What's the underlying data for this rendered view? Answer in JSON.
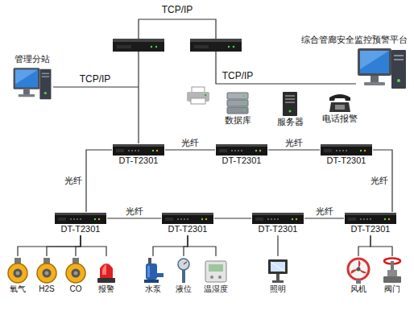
{
  "diagram": {
    "nodes": [
      {
        "text": [
          "管理分站"
        ]
      },
      {
        "text": [
          "综合管廊安全监控预警平台"
        ]
      },
      {
        "text": [
          "数据库"
        ]
      },
      {
        "text": [
          "服务器"
        ]
      },
      {
        "text": [
          "电话报警"
        ]
      },
      {
        "text": [
          "DT-T2301"
        ]
      },
      {
        "text": [
          "DT-T2301"
        ]
      },
      {
        "text": [
          "DT-T2301"
        ]
      },
      {
        "text": [
          "DT-T2301"
        ]
      },
      {
        "text": [
          "DT-T2301"
        ]
      },
      {
        "text": [
          "DT-T2301"
        ]
      },
      {
        "text": [
          "DT-T2301"
        ]
      },
      {
        "text": [
          "氧气"
        ]
      },
      {
        "text": [
          "H2S"
        ]
      },
      {
        "text": [
          "CO"
        ]
      },
      {
        "text": [
          "报警"
        ]
      },
      {
        "text": [
          "水泵"
        ]
      },
      {
        "text": [
          "液位"
        ]
      },
      {
        "text": [
          "温湿度"
        ]
      },
      {
        "text": [
          "照明"
        ]
      },
      {
        "text": [
          "风机"
        ]
      },
      {
        "text": [
          "阀门"
        ]
      }
    ],
    "edges": [
      {
        "from": 5,
        "to": 6,
        "label": "光纤",
        "arrow": "none"
      },
      {
        "from": 6,
        "to": 7,
        "label": "光纤",
        "arrow": "none"
      },
      {
        "from": 7,
        "to": 11,
        "label": "光纤",
        "arrow": "none"
      },
      {
        "from": 11,
        "to": 10,
        "label": "光纤",
        "arrow": "none"
      },
      {
        "from": 10,
        "to": 9,
        "arrow": "none"
      },
      {
        "from": 9,
        "to": 8,
        "label": "光纤",
        "arrow": "none"
      },
      {
        "from": 5,
        "to": 8,
        "label": "光纤",
        "arrow": "none"
      },
      {
        "from": 8,
        "to": 12,
        "arrow": "none"
      },
      {
        "from": 8,
        "to": 13,
        "arrow": "none"
      },
      {
        "from": 8,
        "to": 14,
        "arrow": "none"
      },
      {
        "from": 8,
        "to": 15,
        "arrow": "none"
      },
      {
        "from": 9,
        "to": 16,
        "arrow": "none"
      },
      {
        "from": 9,
        "to": 17,
        "arrow": "none"
      },
      {
        "from": 9,
        "to": 18,
        "arrow": "none"
      },
      {
        "from": 10,
        "to": 19,
        "arrow": "none"
      },
      {
        "from": 11,
        "to": 20,
        "arrow": "none"
      },
      {
        "from": 11,
        "to": 21,
        "arrow": "none"
      }
    ],
    "labels": [
      "TCP/IP",
      "TCP/IP",
      "TCP/IP"
    ]
  }
}
